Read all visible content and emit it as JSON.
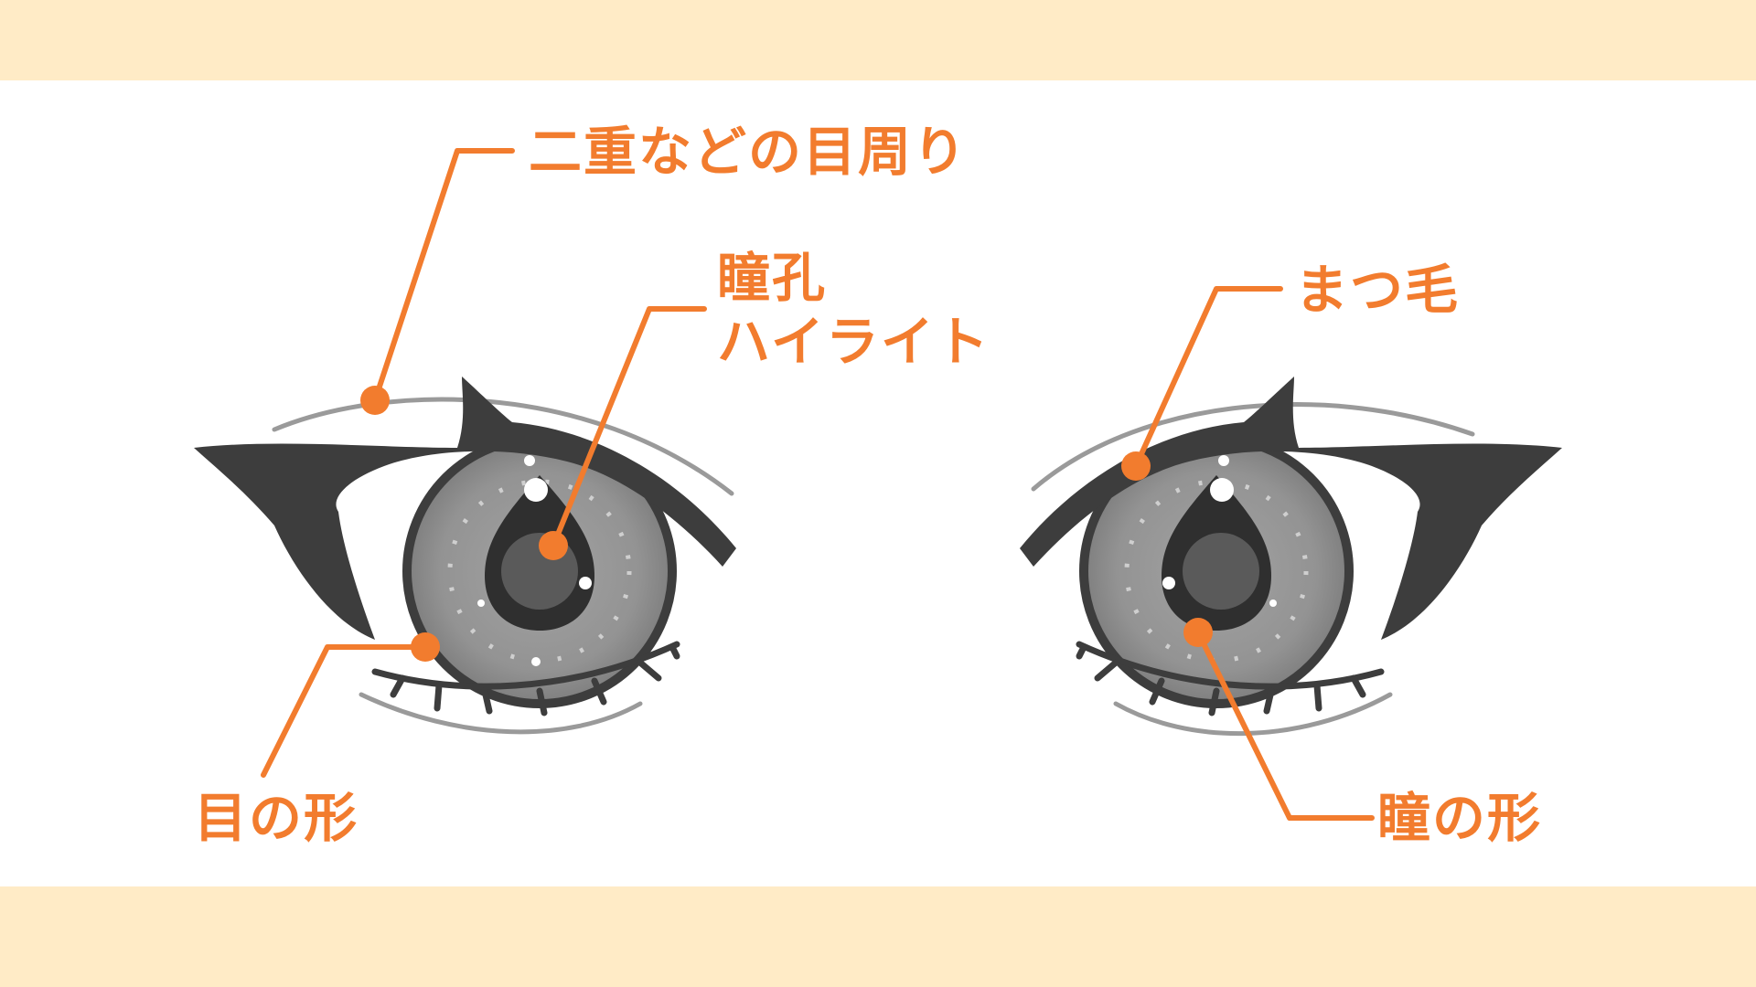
{
  "labels": {
    "eye_surround": "二重などの目周り",
    "pupil": "瞳孔",
    "highlight": "ハイライト",
    "eyelashes": "まつ毛",
    "eye_shape": "目の形",
    "iris_shape": "瞳の形"
  },
  "colors": {
    "accent": "#f27c2e",
    "band": "#ffebc6",
    "panel": "#ffffff",
    "ink": "#3d3d3d",
    "iris": "#8f8f8f",
    "outline": "#9a9a9a"
  }
}
